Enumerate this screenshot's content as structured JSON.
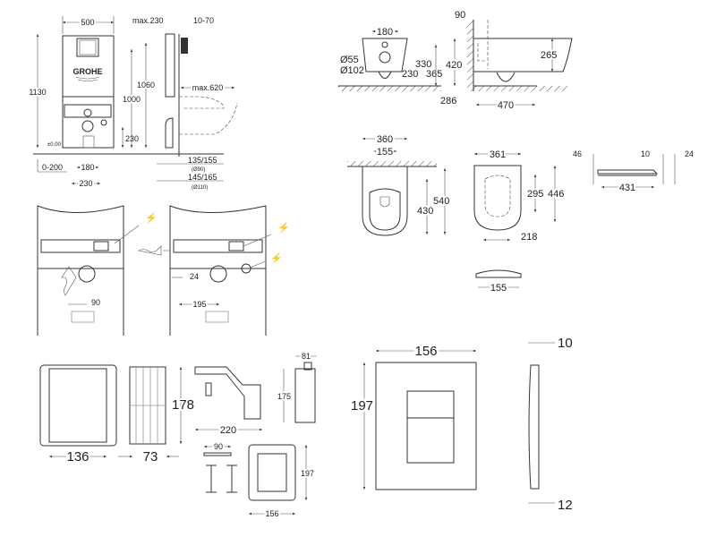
{
  "brand_logo": "GROHE",
  "installation_frame": {
    "front": {
      "width": "500",
      "height_total": "1130",
      "height_plate": "1000",
      "height_supply": "230",
      "floor_level": "±0.00",
      "adjust": "0-200",
      "drain_offset": "180",
      "drain_width": "230"
    },
    "side": {
      "depth_max": "max.230",
      "wall_gap": "10-70",
      "height_connection": "1060",
      "bowl_projection": "max.620",
      "pipe_90": "135/155",
      "pipe_90_note": "(Ø90)",
      "pipe_110": "145/165",
      "pipe_110_note": "(Ø110)"
    }
  },
  "frame_details": {
    "supply_offset": "90",
    "side_offset": "24",
    "side_distance": "195"
  },
  "toilet_bowl": {
    "front": {
      "bolt_spacing": "180",
      "inlet_dia": "Ø55",
      "outlet_dia": "Ø102",
      "inlet_height": "330",
      "outlet_height": "230",
      "bolt_height": "365"
    },
    "side": {
      "wall_depth": "90",
      "rim_height": "420",
      "bowl_height": "265",
      "floor_gap": "286",
      "projection": "470"
    },
    "top": {
      "width": "360",
      "bolt_spacing": "155",
      "length": "540",
      "bolt_to_front": "430"
    }
  },
  "toilet_seat": {
    "width": "361",
    "inner_length": "295",
    "length": "446",
    "half_width": "218",
    "hinge_spacing": "155",
    "height": "46",
    "thickness_lid": "10",
    "thickness_total": "24",
    "side_length": "431"
  },
  "accessories": {
    "frame_width": "136",
    "cover_depth": "73",
    "cover_height": "178",
    "bracket_length": "220",
    "box_width": "81",
    "box_height": "175",
    "rail_length": "90",
    "plate_frame_height": "197",
    "plate_frame_width": "156"
  },
  "flush_plate": {
    "width": "156",
    "height": "197",
    "depth": "10",
    "depth_bottom": "12"
  }
}
